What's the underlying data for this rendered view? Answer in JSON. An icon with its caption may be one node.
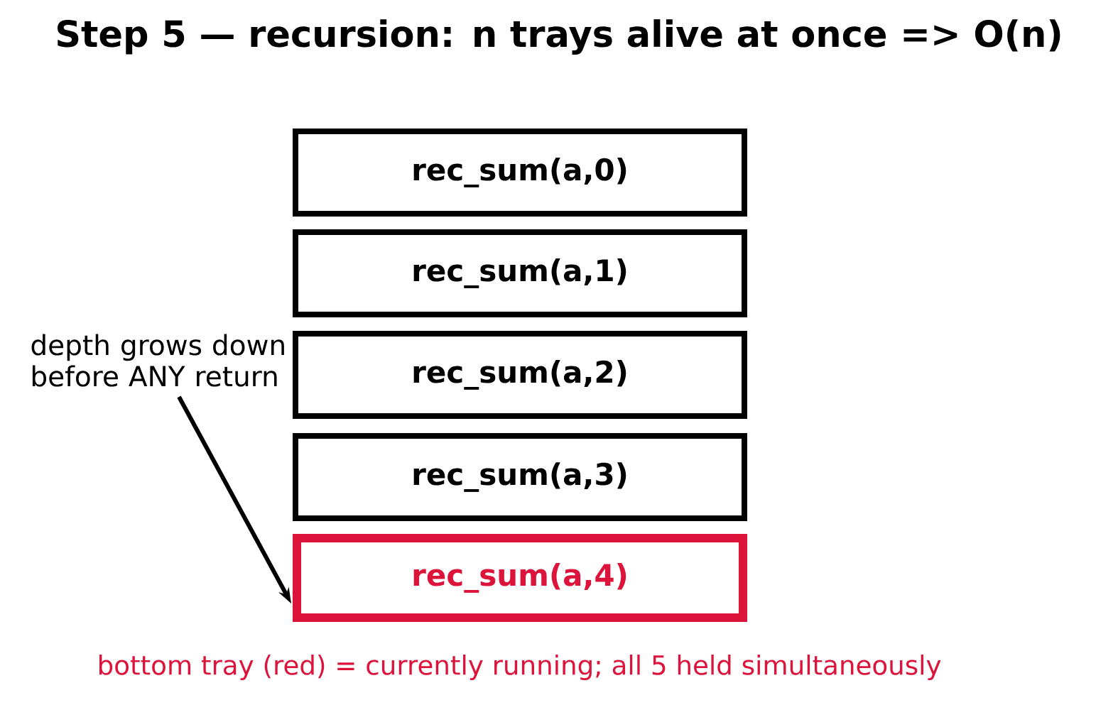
{
  "diagram": {
    "title": "Step 5 — recursion: n trays alive at once  => O(n)",
    "nodes": [
      {
        "text": [
          "rec_sum(a,0)"
        ]
      },
      {
        "text": [
          "rec_sum(a,1)"
        ]
      },
      {
        "text": [
          "rec_sum(a,2)"
        ]
      },
      {
        "text": [
          "rec_sum(a,3)"
        ]
      },
      {
        "text": [
          "rec_sum(a,4)"
        ]
      },
      {
        "text": [
          "depth grows down before ANY return"
        ]
      }
    ],
    "edges": [
      {
        "from": 5,
        "to": 4,
        "arrow": "to"
      }
    ],
    "caption": "bottom tray (red) = currently running; all 5 held simultaneously"
  }
}
